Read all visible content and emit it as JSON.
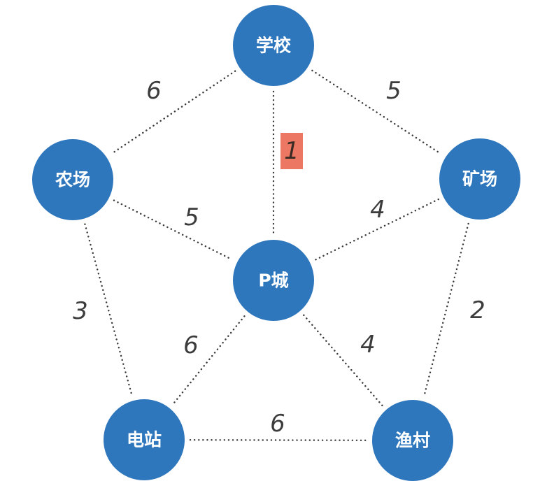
{
  "graph": {
    "nodes": [
      {
        "id": "school",
        "label": "学校"
      },
      {
        "id": "farm",
        "label": "农场"
      },
      {
        "id": "mine",
        "label": "矿场"
      },
      {
        "id": "city",
        "label": "P城"
      },
      {
        "id": "station",
        "label": "电站"
      },
      {
        "id": "village",
        "label": "渔村"
      }
    ],
    "edges": [
      {
        "from": "school",
        "to": "farm",
        "weight": "6",
        "highlighted": false
      },
      {
        "from": "school",
        "to": "mine",
        "weight": "5",
        "highlighted": false
      },
      {
        "from": "school",
        "to": "city",
        "weight": "1",
        "highlighted": true
      },
      {
        "from": "farm",
        "to": "city",
        "weight": "5",
        "highlighted": false
      },
      {
        "from": "mine",
        "to": "city",
        "weight": "4",
        "highlighted": false
      },
      {
        "from": "farm",
        "to": "station",
        "weight": "3",
        "highlighted": false
      },
      {
        "from": "mine",
        "to": "village",
        "weight": "2",
        "highlighted": false
      },
      {
        "from": "city",
        "to": "station",
        "weight": "6",
        "highlighted": false
      },
      {
        "from": "city",
        "to": "village",
        "weight": "4",
        "highlighted": false
      },
      {
        "from": "station",
        "to": "village",
        "weight": "6",
        "highlighted": false
      }
    ]
  },
  "colors": {
    "node_fill": "#2f77bd",
    "node_text": "#ffffff",
    "edge": "#3a3a3a",
    "weight_text": "#3c3c3c",
    "highlight": "#ec7864"
  }
}
